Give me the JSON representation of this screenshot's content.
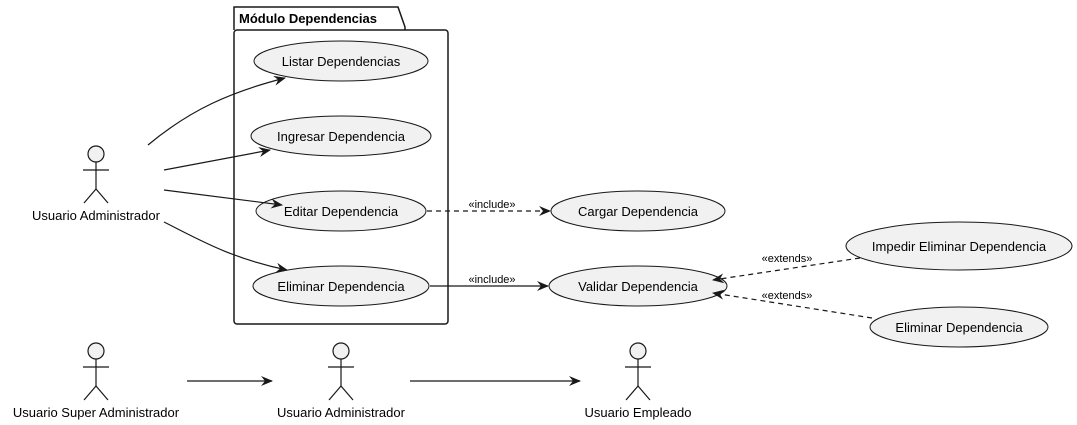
{
  "package": {
    "title": "Módulo Dependencias"
  },
  "use_cases": {
    "listar": "Listar Dependencias",
    "ingresar": "Ingresar Dependencia",
    "editar": "Editar Dependencia",
    "eliminar": "Eliminar Dependencia",
    "cargar": "Cargar Dependencia",
    "validar": "Validar Dependencia",
    "impedir": "Impedir Eliminar Dependencia",
    "eliminar_ext": "Eliminar Dependencia"
  },
  "actors": {
    "admin_top": "Usuario Administrador",
    "super_admin": "Usuario Super Administrador",
    "admin_bottom": "Usuario Administrador",
    "empleado": "Usuario Empleado"
  },
  "relations": {
    "include_editar": "«include»",
    "include_eliminar": "«include»",
    "extends_impedir": "«extends»",
    "extends_eliminar": "«extends»"
  },
  "colors": {
    "use_case_fill": "#f1f1f1",
    "stroke": "#181818"
  }
}
